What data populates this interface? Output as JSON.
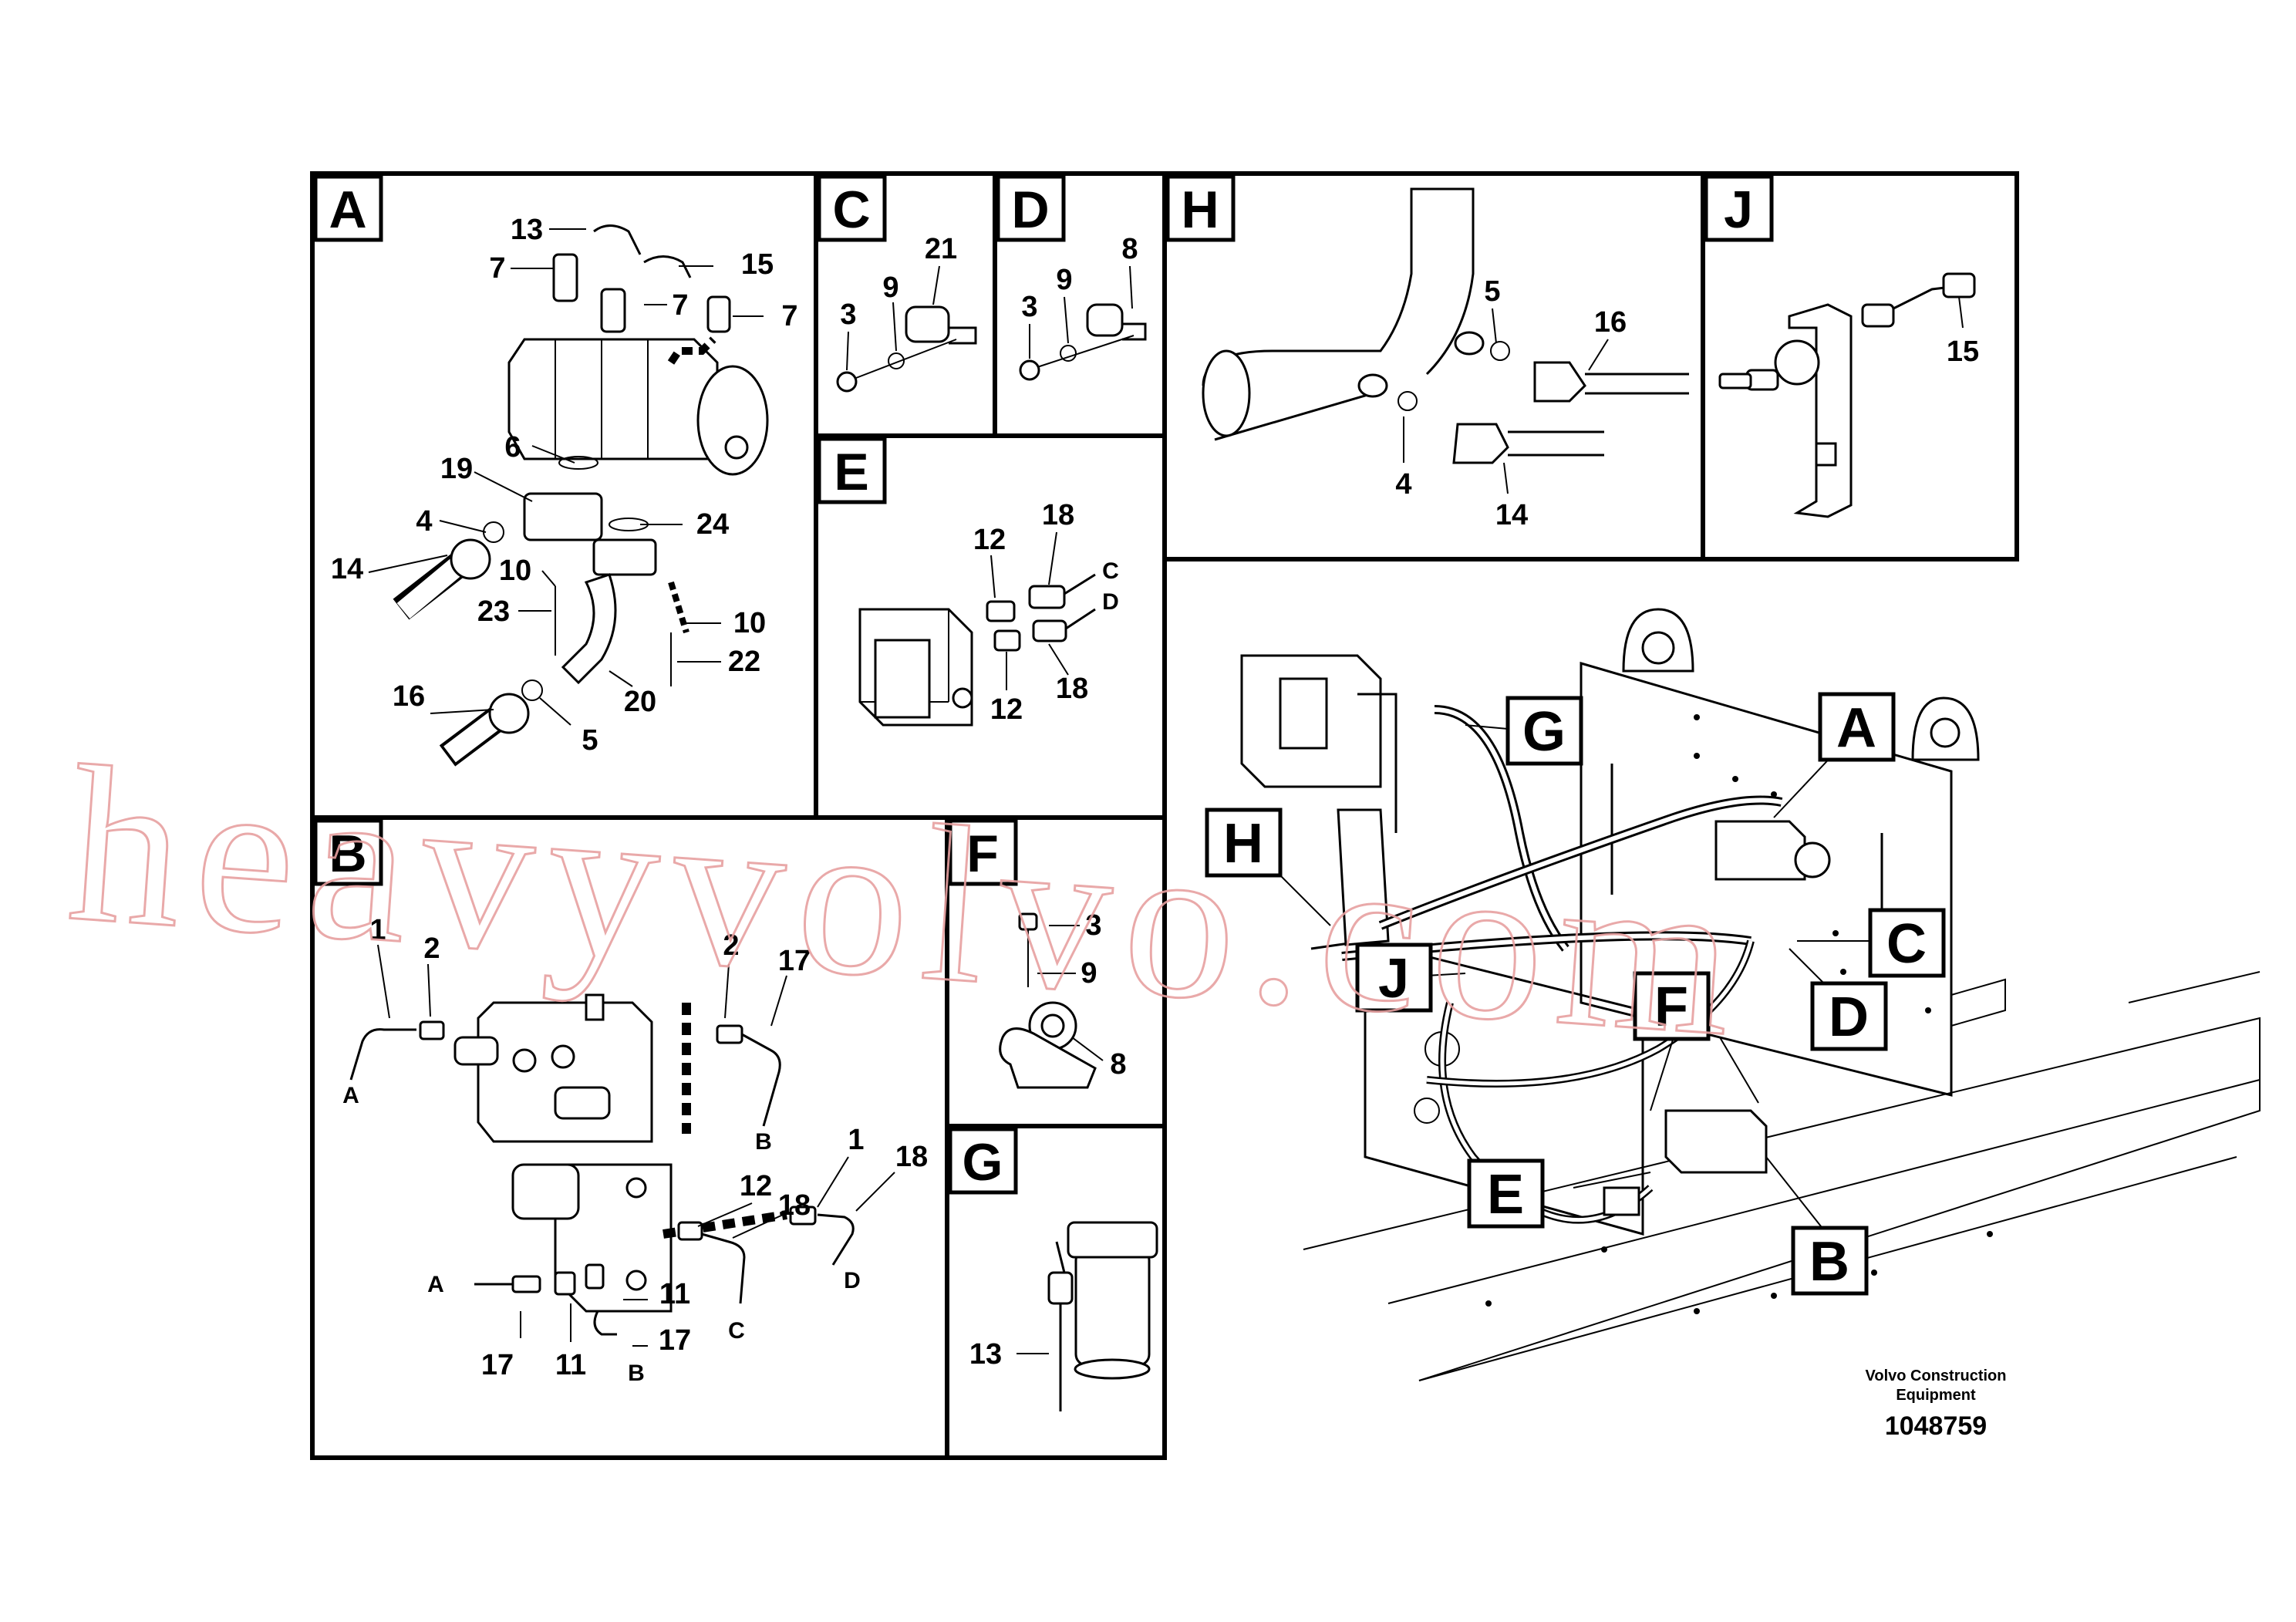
{
  "panels": {
    "A": {
      "letter": "A",
      "callouts": [
        "13",
        "7",
        "15",
        "7",
        "7",
        "6",
        "19",
        "24",
        "4",
        "14",
        "10",
        "23",
        "10",
        "22",
        "16",
        "20",
        "5"
      ]
    },
    "B": {
      "letter": "B",
      "callouts": [
        "1",
        "2",
        "2",
        "17",
        "A",
        "B",
        "1",
        "18",
        "12",
        "18",
        "D",
        "C",
        "A",
        "11",
        "17",
        "11",
        "17",
        "B"
      ]
    },
    "C": {
      "letter": "C",
      "callouts": [
        "21",
        "9",
        "3"
      ]
    },
    "D": {
      "letter": "D",
      "callouts": [
        "8",
        "9",
        "3"
      ]
    },
    "E": {
      "letter": "E",
      "callouts": [
        "12",
        "18",
        "C",
        "D",
        "12",
        "18"
      ]
    },
    "F": {
      "letter": "F",
      "callouts": [
        "3",
        "9",
        "8"
      ]
    },
    "G": {
      "letter": "G",
      "callouts": [
        "13"
      ]
    },
    "H": {
      "letter": "H",
      "callouts": [
        "5",
        "16",
        "4",
        "14"
      ]
    },
    "J": {
      "letter": "J",
      "callouts": [
        "15"
      ]
    }
  },
  "overview_callouts": [
    "G",
    "A",
    "H",
    "C",
    "J",
    "F",
    "D",
    "E",
    "B"
  ],
  "caption": {
    "line1": "Volvo Construction",
    "line2": "Equipment",
    "part_number": "1048759"
  },
  "watermark": "heavyvolvo.com"
}
